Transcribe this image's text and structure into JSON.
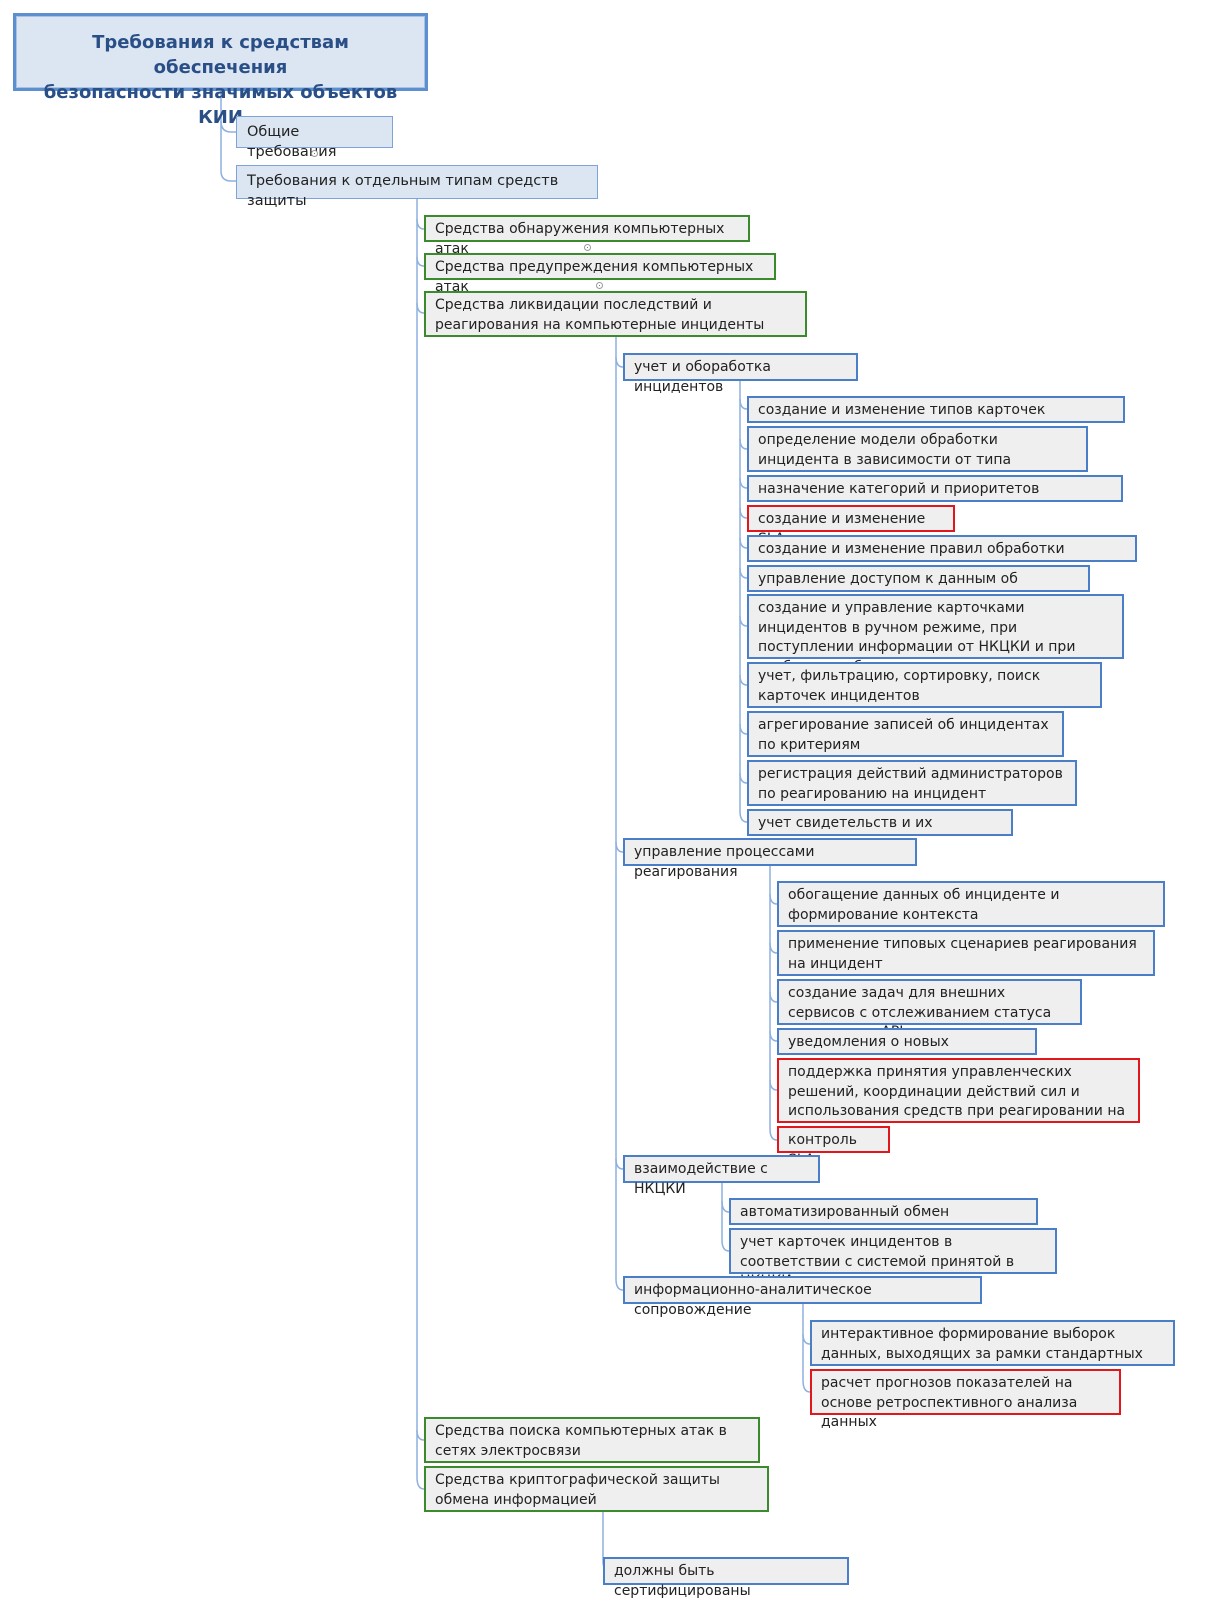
{
  "root": {
    "title_line1": "Требования к средствам обеспечения",
    "title_line2": "безопасности значимых объектов КИИ"
  },
  "level1": [
    {
      "label": "Общие требования"
    },
    {
      "label": "Требования к отдельным типам средств защиты"
    }
  ],
  "categories": [
    {
      "label": "Средства обнаружения компьютерных атак"
    },
    {
      "label": "Средства предупреждения компьютерных атак"
    },
    {
      "label": "Средства ликвидации последствий и реагирования на компьютерные инциденты"
    },
    {
      "label": "Средства поиска компьютерных атак в сетях электросвязи"
    },
    {
      "label": "Средства криптографической защиты обмена информацией"
    }
  ],
  "response_groups": [
    {
      "label": "учет и оборабoтка инцидентов",
      "items": [
        {
          "label": "создание и изменение типов карточек инцидентов",
          "highlight": false
        },
        {
          "label": "определение модели обработки инцидента в зависимости от типа",
          "highlight": false
        },
        {
          "label": "назначение категорий и приоритетов инцидентам",
          "highlight": false
        },
        {
          "label": "создание и изменение SLA",
          "highlight": true
        },
        {
          "label": "создание и изменение правил обработки инцидента",
          "highlight": false
        },
        {
          "label": "управление доступом к данным об инциденте",
          "highlight": false
        },
        {
          "label": "создание и управление карточками инцидентов в ручном режиме, при поступлении информации от НКЦКИ и при сообщении об угрозе",
          "highlight": false
        },
        {
          "label": "учет, фильтрацию, сортировку, поиск карточек инцидентов",
          "highlight": false
        },
        {
          "label": "агрегирование записей об инцидентах по критериям",
          "highlight": false
        },
        {
          "label": "регистрация действий администраторов по реагированию на инцидент",
          "highlight": false
        },
        {
          "label": "учет свидетельств и их источников",
          "highlight": false
        }
      ]
    },
    {
      "label": "управление процессами реагирования",
      "items": [
        {
          "label": "обогащение данных об инциденте и формирование контекста",
          "highlight": false
        },
        {
          "label": "применение типовых сценариев реагирования на инцидент",
          "highlight": false
        },
        {
          "label": "создание задач для внешних сервисов с отслеживанием статуса задач через API",
          "highlight": false
        },
        {
          "label": "уведомления о новых инцидентах",
          "highlight": false
        },
        {
          "label": "поддержка принятия управленческих решений, координации действий сил и использования средств при реагировании на инцидент",
          "highlight": true
        },
        {
          "label": "контроль SLA",
          "highlight": true
        }
      ]
    },
    {
      "label": "взаимодействие с НКЦКИ",
      "items": [
        {
          "label": "автоматизированный обмен сведениями",
          "highlight": false
        },
        {
          "label": "учет карточек инцидентов в соответствии с системой принятой в НКЦКИ",
          "highlight": false
        }
      ]
    },
    {
      "label": "информационно-аналитическое сопровождение",
      "items": [
        {
          "label": "интерактивное формирование выборок данных, выходящих за рамки стандартных отчетов",
          "highlight": false
        },
        {
          "label": "расчет прогнозов показателей на основе ретроспективного анализа данных",
          "highlight": true
        }
      ]
    }
  ],
  "crypto_note": {
    "label": "должны быть сертифицированы"
  },
  "colors": {
    "root_border": "#5b8fd0",
    "category_border": "#3b8a2e",
    "item_border": "#4a7fc8",
    "highlight_border": "#e0171c",
    "connector": "#8db0e0"
  }
}
